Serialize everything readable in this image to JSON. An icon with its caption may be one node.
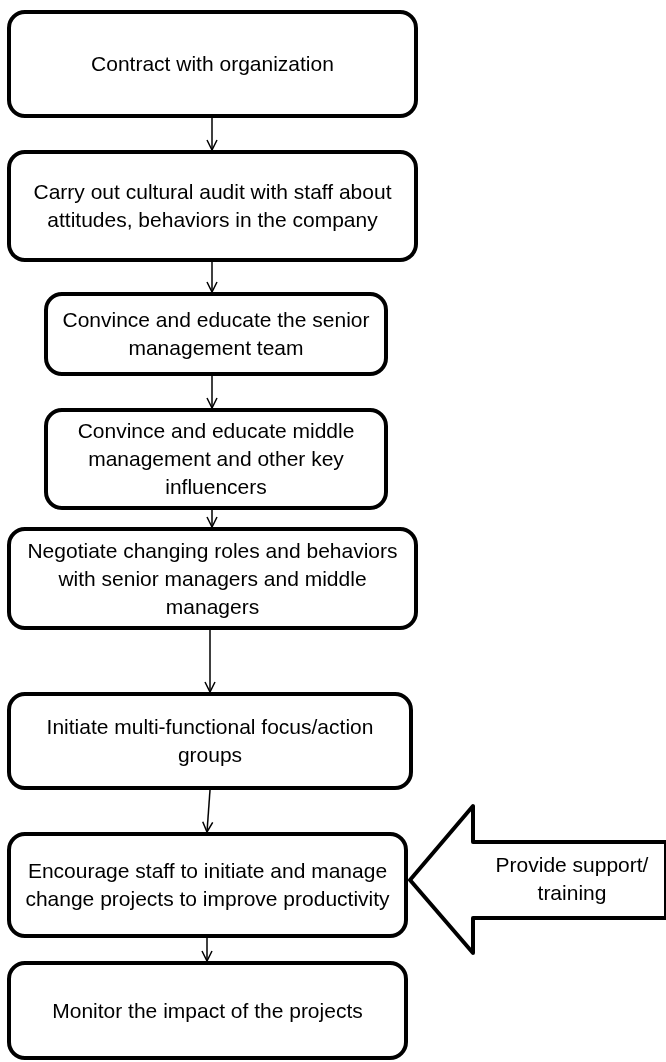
{
  "diagram": {
    "nodes": [
      {
        "text": [
          "Contract with organization"
        ]
      },
      {
        "text": [
          "Carry out cultural audit with staff about attitudes, behaviors in the company"
        ]
      },
      {
        "text": [
          "Convince and educate the senior management team"
        ]
      },
      {
        "text": [
          "Convince and educate middle management and other key influencers"
        ]
      },
      {
        "text": [
          "Negotiate changing roles and behaviors with senior managers and middle managers"
        ]
      },
      {
        "text": [
          "Initiate multi-functional focus/action groups"
        ]
      },
      {
        "text": [
          "Encourage staff to initiate and manage change projects to improve productivity"
        ]
      },
      {
        "text": [
          "Monitor the impact of the projects"
        ]
      },
      {
        "text": [
          "Provide support/ training"
        ]
      }
    ],
    "edges": [
      {
        "from": 0,
        "to": 1,
        "arrow": "to"
      },
      {
        "from": 1,
        "to": 2,
        "arrow": "to"
      },
      {
        "from": 2,
        "to": 3,
        "arrow": "to"
      },
      {
        "from": 3,
        "to": 4,
        "arrow": "to"
      },
      {
        "from": 4,
        "to": 5,
        "arrow": "to"
      },
      {
        "from": 5,
        "to": 6,
        "arrow": "to"
      },
      {
        "from": 6,
        "to": 7,
        "arrow": "to"
      }
    ]
  }
}
